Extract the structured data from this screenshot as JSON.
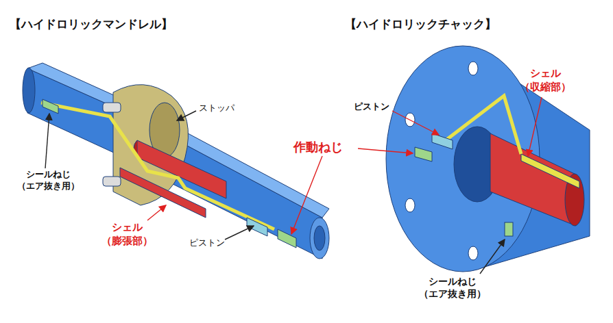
{
  "diagram": {
    "labels": [
      "【ハイドロリックマンドレル】",
      "【ハイドロリックチャック】",
      "ストッパ",
      "シールねじ （エア抜き用）",
      "シェル （膨張部）",
      "ピストン",
      "作動ねじ",
      "ピストン",
      "シェル （収縮部）",
      "シールねじ （エア抜き用）"
    ]
  }
}
